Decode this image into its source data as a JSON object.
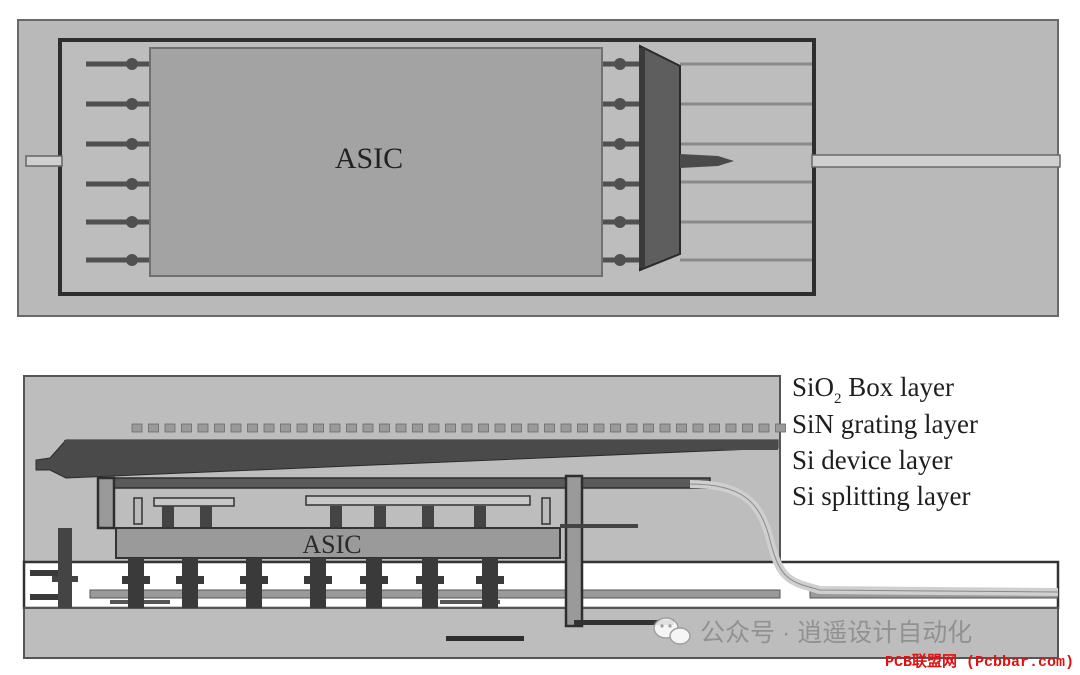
{
  "top_view": {
    "chip_label": "ASIC"
  },
  "cross_section": {
    "chip_label": "ASIC",
    "layers": {
      "sio2_prefix": "SiO",
      "sio2_sub": "2",
      "sio2_suffix": " Box layer",
      "sin": "SiN grating layer",
      "si_device": "Si device layer",
      "si_splitting": "Si splitting layer"
    }
  },
  "watermark": {
    "wechat": "公众号 · 逍遥设计自动化",
    "site": "PCB联盟网 (Pcbbar.com)"
  },
  "colors": {
    "frame": "#b9b9b9",
    "frame_stroke": "#555555",
    "chip": "#a3a3a3",
    "dark": "#3c3c3c",
    "mid": "#7a7a7a",
    "site_red": "#e01010"
  }
}
